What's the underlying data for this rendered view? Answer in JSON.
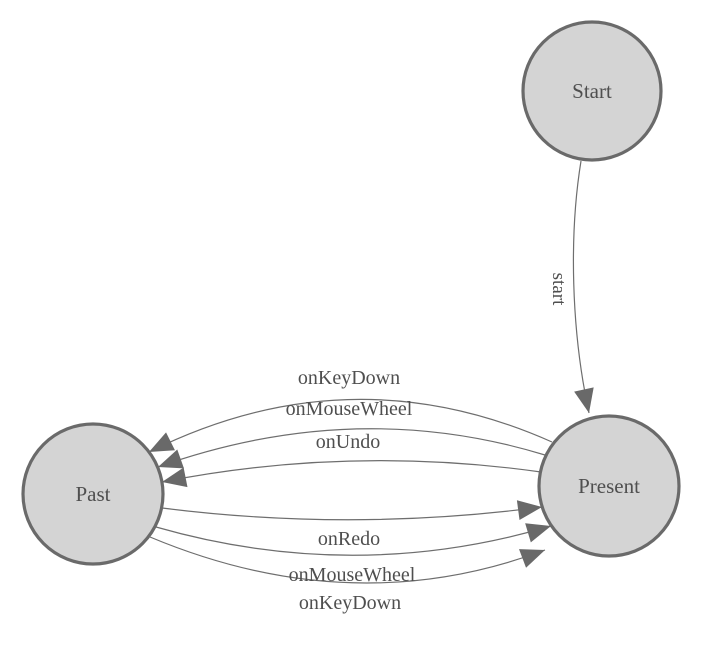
{
  "diagram": {
    "type": "state-machine",
    "nodes": [
      {
        "id": "start",
        "label": "Start"
      },
      {
        "id": "past",
        "label": "Past"
      },
      {
        "id": "present",
        "label": "Present"
      }
    ],
    "edges": [
      {
        "from": "start",
        "to": "present",
        "label": "start"
      },
      {
        "from": "present",
        "to": "past",
        "label": "onKeyDown"
      },
      {
        "from": "present",
        "to": "past",
        "label": "onMouseWheel"
      },
      {
        "from": "present",
        "to": "past",
        "label": "onUndo"
      },
      {
        "from": "past",
        "to": "present",
        "label": "onRedo"
      },
      {
        "from": "past",
        "to": "present",
        "label": "onMouseWheel"
      },
      {
        "from": "past",
        "to": "present",
        "label": "onKeyDown"
      }
    ],
    "colors": {
      "node_fill": "#d4d4d4",
      "node_stroke": "#6a6a6a",
      "edge_stroke": "#6e6e6e",
      "arrow_fill": "#696969",
      "label_text": "#4f4f4f"
    }
  }
}
